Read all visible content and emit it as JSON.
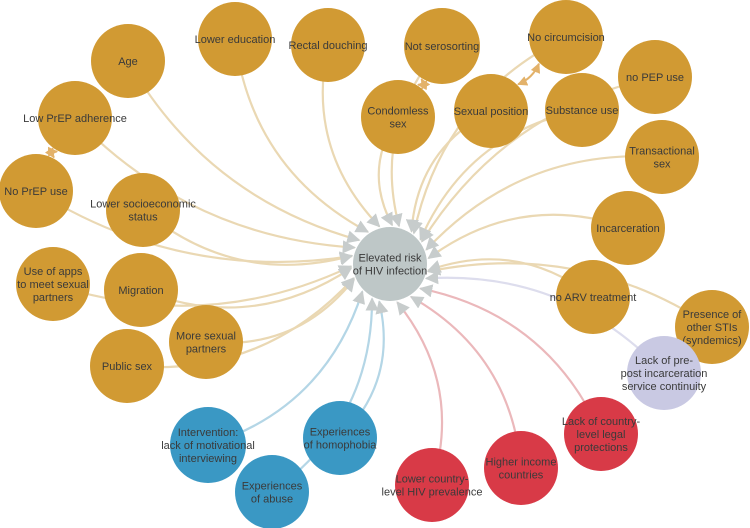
{
  "colors": {
    "factor": "#d19a33",
    "structural": "#d83a47",
    "psychosocial": "#3a98c4",
    "service": "#c9c9e3",
    "center": "#bec7c7",
    "edge_factor": "#ead8b3",
    "edge_structural": "#ebb8bb",
    "edge_psychosocial": "#b4d6e6",
    "edge_service": "#dddded",
    "arrow": "#c7cccc",
    "link": "#e3b26a"
  },
  "center": {
    "lines": [
      "Elevated risk",
      "of HIV infection"
    ]
  },
  "nodes": [
    {
      "id": "age",
      "group": "factor",
      "lines": [
        "Age"
      ]
    },
    {
      "id": "lower-education",
      "group": "factor",
      "lines": [
        "Lower education"
      ]
    },
    {
      "id": "rectal-douching",
      "group": "factor",
      "lines": [
        "Rectal douching"
      ]
    },
    {
      "id": "not-serosorting",
      "group": "factor",
      "lines": [
        "Not serosorting"
      ]
    },
    {
      "id": "no-circumcision",
      "group": "factor",
      "lines": [
        "No circumcision"
      ]
    },
    {
      "id": "no-pep-use",
      "group": "factor",
      "lines": [
        "no PEP use"
      ]
    },
    {
      "id": "low-prep-adherence",
      "group": "factor",
      "lines": [
        "Low PrEP adherence"
      ]
    },
    {
      "id": "condomless-sex",
      "group": "factor",
      "lines": [
        "Condomless",
        "sex"
      ]
    },
    {
      "id": "sexual-position",
      "group": "factor",
      "lines": [
        "Sexual position"
      ]
    },
    {
      "id": "substance-use",
      "group": "factor",
      "lines": [
        "Substance use"
      ]
    },
    {
      "id": "transactional-sex",
      "group": "factor",
      "lines": [
        "Transactional",
        "sex"
      ]
    },
    {
      "id": "no-prep-use",
      "group": "factor",
      "lines": [
        "No PrEP use"
      ]
    },
    {
      "id": "lower-ses",
      "group": "factor",
      "lines": [
        "Lower socioeconomic",
        "status"
      ]
    },
    {
      "id": "incarceration",
      "group": "factor",
      "lines": [
        "Incarceration"
      ]
    },
    {
      "id": "use-of-apps",
      "group": "factor",
      "lines": [
        "Use of apps",
        "to meet sexual",
        "partners"
      ]
    },
    {
      "id": "migration",
      "group": "factor",
      "lines": [
        "Migration"
      ]
    },
    {
      "id": "no-arv-treatment",
      "group": "factor",
      "lines": [
        "no ARV treatment"
      ]
    },
    {
      "id": "other-stis",
      "group": "factor",
      "lines": [
        "Presence of",
        "other STIs",
        "(syndemics)"
      ]
    },
    {
      "id": "more-sexual-partners",
      "group": "factor",
      "lines": [
        "More sexual",
        "partners"
      ]
    },
    {
      "id": "public-sex",
      "group": "factor",
      "lines": [
        "Public sex"
      ]
    },
    {
      "id": "service-continuity",
      "group": "service",
      "lines": [
        "Lack of pre-",
        "post incarceration",
        "service continuity"
      ]
    },
    {
      "id": "legal-protections",
      "group": "structural",
      "lines": [
        "Lack of country-",
        "level legal",
        "protections"
      ]
    },
    {
      "id": "motivational-interviewing",
      "group": "psychosocial",
      "lines": [
        "Intervention:",
        "lack of motivational",
        "interviewing"
      ]
    },
    {
      "id": "homophobia",
      "group": "psychosocial",
      "lines": [
        "Experiences",
        "of homophobia"
      ]
    },
    {
      "id": "higher-income",
      "group": "structural",
      "lines": [
        "Higher income",
        "countries"
      ]
    },
    {
      "id": "abuse",
      "group": "psychosocial",
      "lines": [
        "Experiences",
        "of abuse"
      ]
    },
    {
      "id": "lower-hiv-prevalence",
      "group": "structural",
      "lines": [
        "Lower country-",
        "level HIV prevalence"
      ]
    }
  ],
  "links": [
    {
      "from": "low-prep-adherence",
      "to": "no-prep-use"
    },
    {
      "from": "condomless-sex",
      "to": "not-serosorting"
    },
    {
      "from": "sexual-position",
      "to": "no-circumcision"
    }
  ]
}
